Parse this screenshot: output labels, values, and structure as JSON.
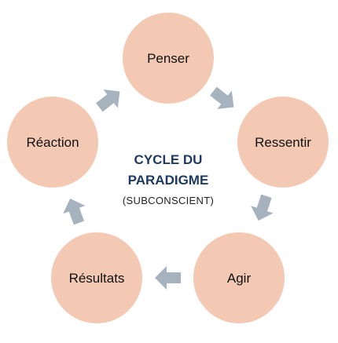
{
  "center": {
    "title_line1": "CYCLE DU",
    "title_line2": "PARADIGME",
    "subtitle": "(SUBCONSCIENT)"
  },
  "nodes": [
    {
      "id": "penser",
      "label": "Penser"
    },
    {
      "id": "ressentir",
      "label": "Ressentir"
    },
    {
      "id": "agir",
      "label": "Agir"
    },
    {
      "id": "resultats",
      "label": "Résultats"
    },
    {
      "id": "reaction",
      "label": "Réaction"
    }
  ],
  "colors": {
    "node_fill": "#F4C9B4",
    "arrow_fill": "#A7B2BF",
    "title_color": "#1F3A60"
  },
  "arrow_icon": "chevron-arrow-icon"
}
